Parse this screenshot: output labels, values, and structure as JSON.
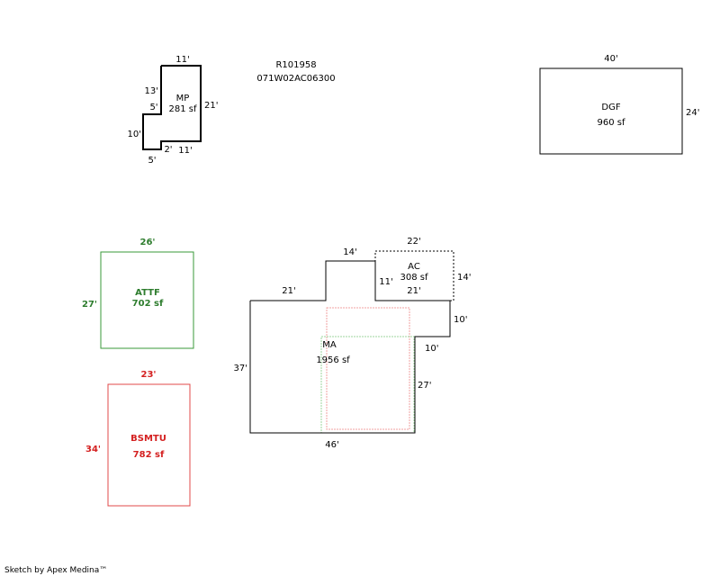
{
  "header": {
    "parcel_id": "R101958",
    "account_no": "071W02AC06300"
  },
  "mp": {
    "label": "MP",
    "area": "281 sf",
    "dim_top": "11'",
    "dim_right": "21'",
    "dim_upper_left": "13'",
    "dim_step": "5'",
    "dim_lower_left": "10'",
    "dim_bottom_left": "5'",
    "dim_notch": "2'",
    "dim_bottom": "11'"
  },
  "dgf": {
    "label": "DGF",
    "area": "960 sf",
    "dim_top": "40'",
    "dim_right": "24'"
  },
  "attf": {
    "label": "ATTF",
    "area": "702 sf",
    "dim_top": "26'",
    "dim_left": "27'",
    "color": "#2e7d2e"
  },
  "bsmtu": {
    "label": "BSMTU",
    "area": "782 sf",
    "dim_top": "23'",
    "dim_left": "34'",
    "color": "#d42020"
  },
  "ma": {
    "label": "MA",
    "area": "1956 sf",
    "dim_upper_top": "14'",
    "dim_left_top": "21'",
    "dim_left": "37'",
    "dim_bottom": "46'",
    "dim_right_lower": "27'",
    "dim_step_right": "10'",
    "dim_step_inner": "10'"
  },
  "ac": {
    "label": "AC",
    "area": "308 sf",
    "dim_top": "22'",
    "dim_right": "14'",
    "dim_left": "11'",
    "dim_bottom": "21'"
  },
  "footer": {
    "credit": "Sketch by Apex Medina™"
  }
}
